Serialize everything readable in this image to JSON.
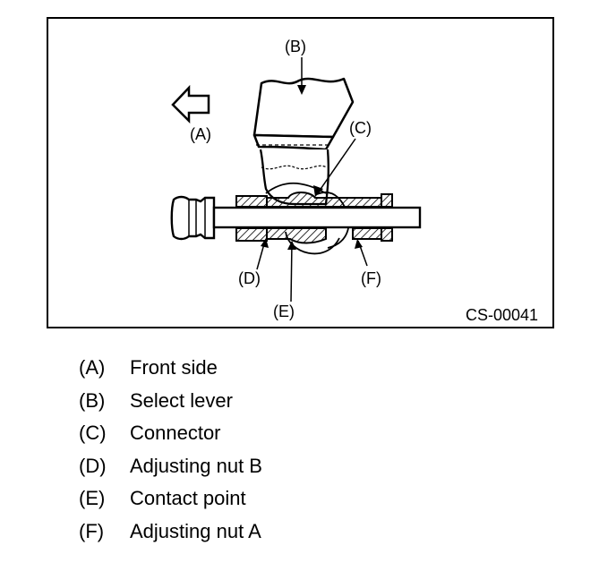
{
  "figure": {
    "code": "CS-00041",
    "callouts": {
      "A": "(A)",
      "B": "(B)",
      "C": "(C)",
      "D": "(D)",
      "E": "(E)",
      "F": "(F)"
    }
  },
  "legend": [
    {
      "key": "(A)",
      "text": "Front side"
    },
    {
      "key": "(B)",
      "text": "Select lever"
    },
    {
      "key": "(C)",
      "text": "Connector"
    },
    {
      "key": "(D)",
      "text": "Adjusting nut B"
    },
    {
      "key": "(E)",
      "text": "Contact point"
    },
    {
      "key": "(F)",
      "text": "Adjusting nut A"
    }
  ]
}
